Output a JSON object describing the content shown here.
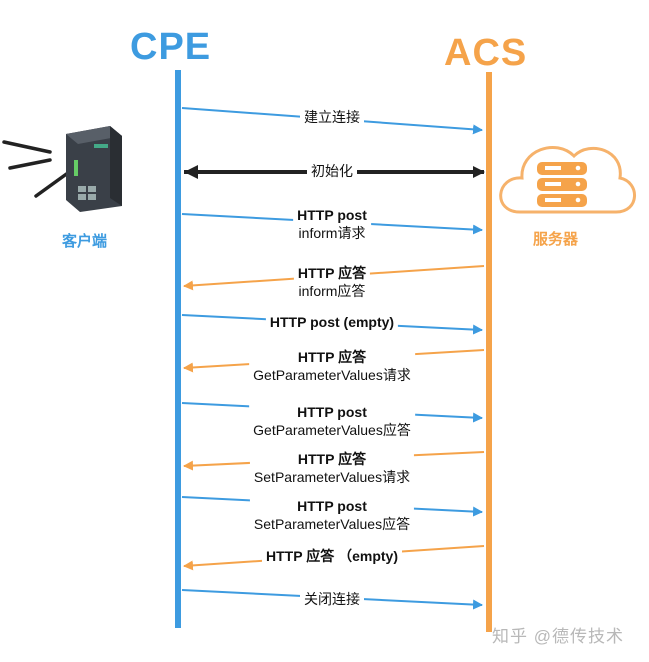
{
  "headers": {
    "cpe": "CPE",
    "acs": "ACS"
  },
  "client_label": "客户端",
  "server_label": "服务器",
  "messages": [
    {
      "line1": "建立连接",
      "line2": "",
      "bold": false,
      "dir": "right"
    },
    {
      "line1": "初始化",
      "line2": "",
      "bold": false,
      "dir": "both"
    },
    {
      "line1": "HTTP post",
      "line2": "inform请求",
      "bold": true,
      "dir": "right"
    },
    {
      "line1": "HTTP 应答",
      "line2": "inform应答",
      "bold": true,
      "dir": "left"
    },
    {
      "line1": "HTTP post (empty)",
      "line2": "",
      "bold": true,
      "dir": "right"
    },
    {
      "line1": "HTTP 应答",
      "line2": "GetParameterValues请求",
      "bold": true,
      "dir": "left"
    },
    {
      "line1": "HTTP post",
      "line2": "GetParameterValues应答",
      "bold": true,
      "dir": "right"
    },
    {
      "line1": "HTTP 应答",
      "line2": "SetParameterValues请求",
      "bold": true,
      "dir": "left"
    },
    {
      "line1": "HTTP post",
      "line2": "SetParameterValues应答",
      "bold": true,
      "dir": "right"
    },
    {
      "line1": "HTTP 应答 （empty)",
      "line2": "",
      "bold": true,
      "dir": "left"
    },
    {
      "line1": "关闭连接",
      "line2": "",
      "bold": false,
      "dir": "right"
    }
  ],
  "watermark": "知乎 @德传技术",
  "colors": {
    "cpe": "#3d9be0",
    "acs": "#f5a34a",
    "init": "#222222"
  }
}
